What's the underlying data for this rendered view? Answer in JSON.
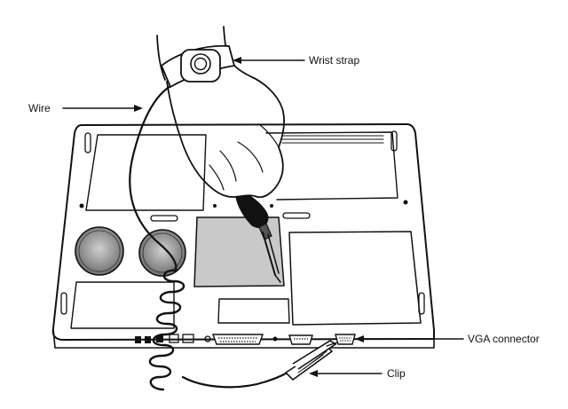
{
  "labels": {
    "wrist_strap": "Wrist strap",
    "wire": "Wire",
    "vga_connector": "VGA connector",
    "clip": "Clip"
  },
  "colors": {
    "ink": "#111111",
    "panel_gray": "#c9c9c9",
    "fan_dark": "#7a7a7a",
    "background": "#ffffff"
  }
}
